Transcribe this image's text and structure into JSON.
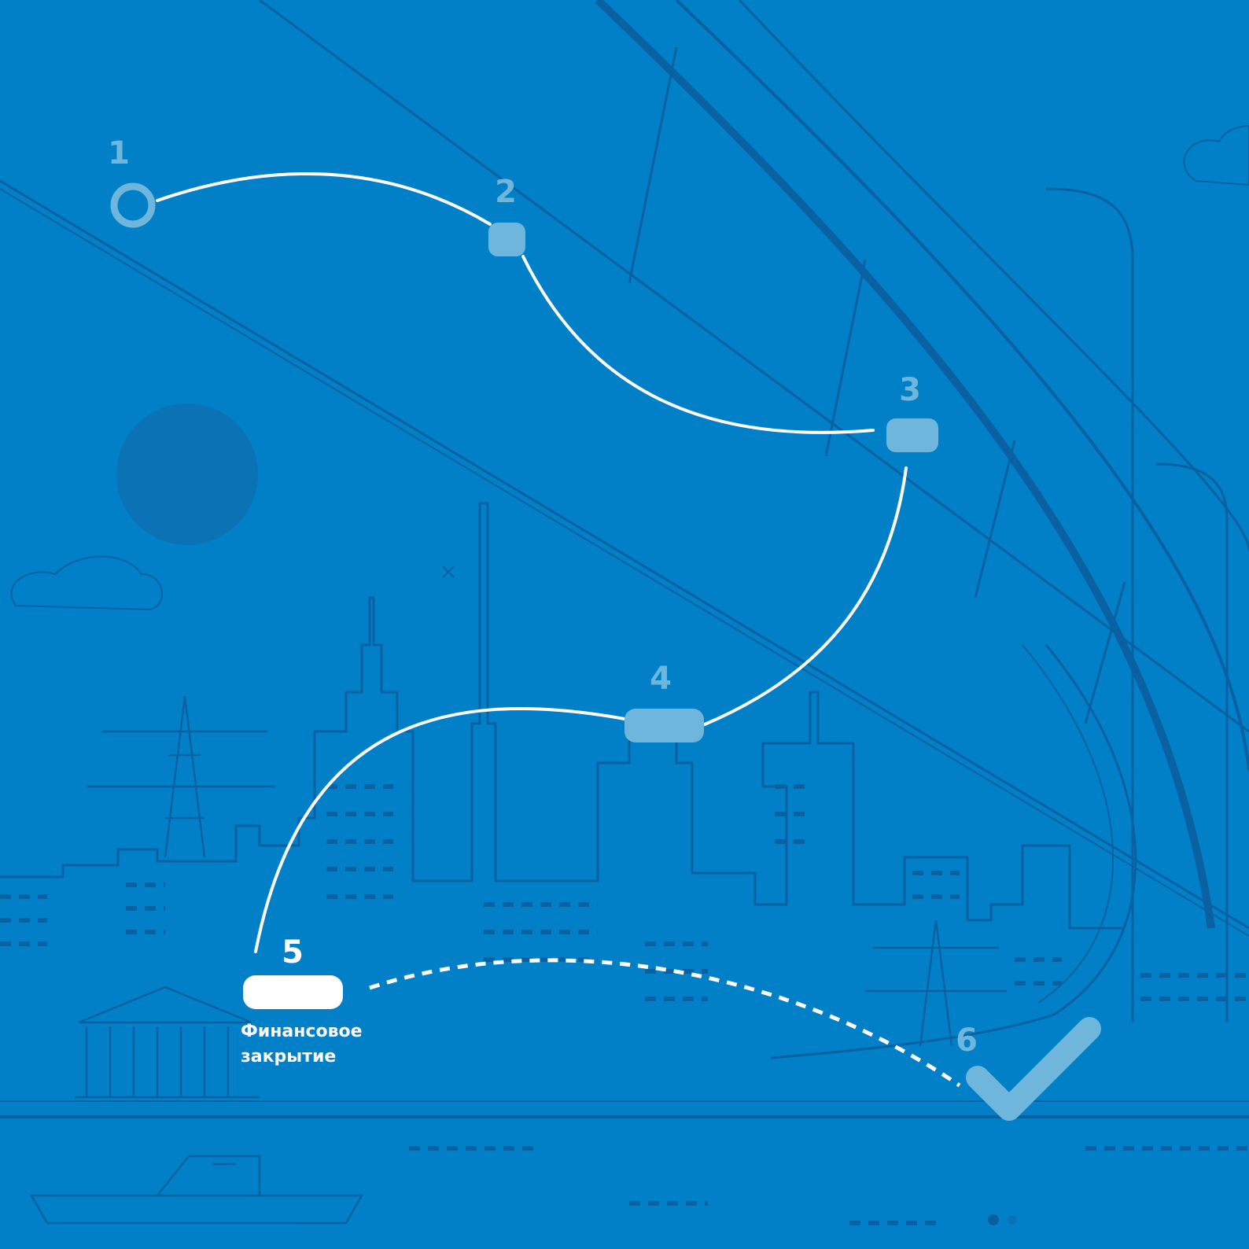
{
  "colors": {
    "background": "#0180c8",
    "line_art": "#0a5e9e",
    "accent_light": "#6fb6dd",
    "active_white": "#ffffff"
  },
  "steps": [
    {
      "number": "1",
      "state": "done",
      "icon": "ring-marker"
    },
    {
      "number": "2",
      "state": "done",
      "icon": "square-marker"
    },
    {
      "number": "3",
      "state": "done",
      "icon": "pill-marker"
    },
    {
      "number": "4",
      "state": "done",
      "icon": "pill-marker"
    },
    {
      "number": "5",
      "state": "current",
      "icon": "pill-marker",
      "caption_line1": "Финансовое",
      "caption_line2": "закрытие"
    },
    {
      "number": "6",
      "state": "pending",
      "icon": "checkmark-icon"
    }
  ],
  "pager": {
    "total": 2,
    "active": 1
  }
}
